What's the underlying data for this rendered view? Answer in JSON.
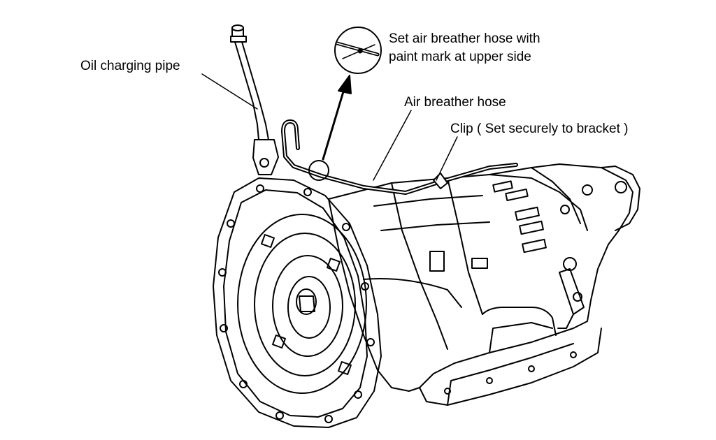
{
  "labels": {
    "oil_charging_pipe": "Oil charging pipe",
    "set_hose_line1": "Set air breather hose with",
    "set_hose_line2": "paint mark at upper side",
    "air_breather_hose": "Air breather hose",
    "clip": "Clip ( Set securely to bracket )"
  },
  "colors": {
    "ink": "#000000",
    "paper": "#ffffff"
  }
}
